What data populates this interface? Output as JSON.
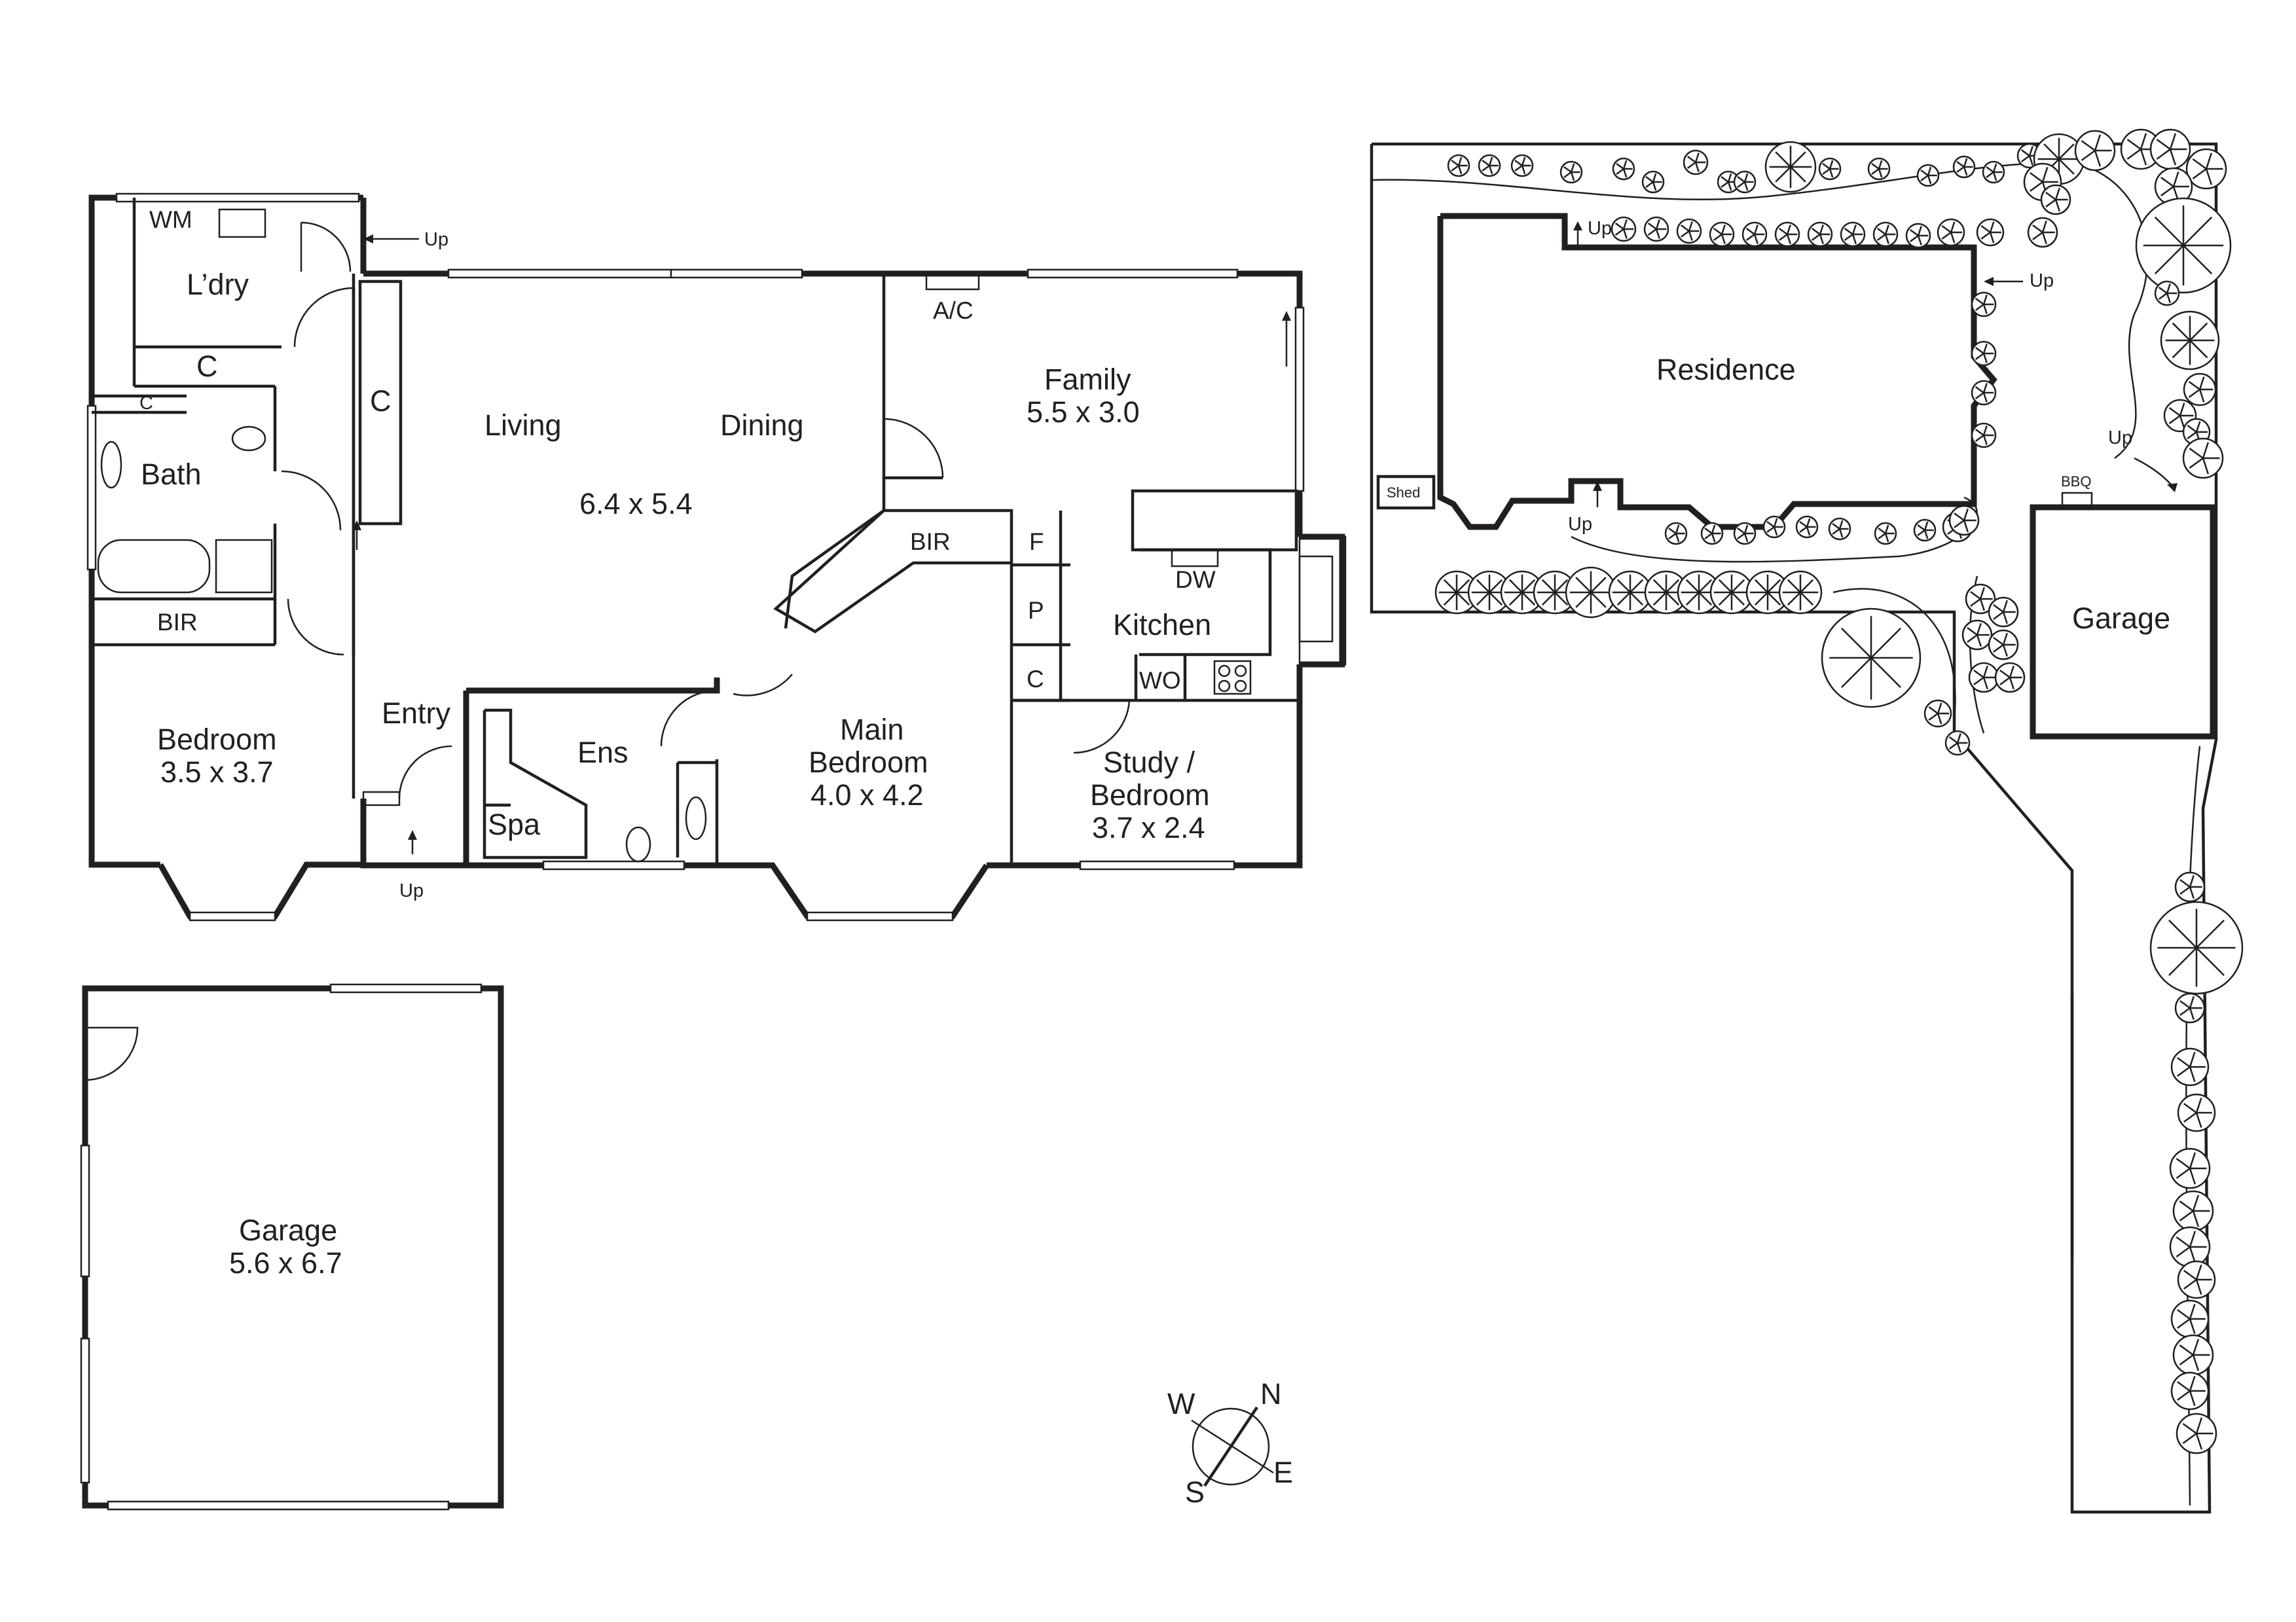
{
  "house": {
    "laundry": {
      "name": "L’dry",
      "wm": "WM",
      "cupboard": "C"
    },
    "bath": {
      "name": "Bath",
      "cupboard": "C"
    },
    "hall_cupboard": "C",
    "bir_left": "BIR",
    "bedroom": {
      "name": "Bedroom",
      "size": "3.5 x 3.7"
    },
    "entry": "Entry",
    "up_entry": "Up",
    "up_laundry": "Up",
    "living": "Living",
    "dining": "Dining",
    "living_size": "6.4 x 5.4",
    "ac": "A/C",
    "family": {
      "name": "Family",
      "size": "5.5 x 3.0"
    },
    "bir_main": "BIR",
    "fridge": "F",
    "pantry": "P",
    "kitchen_cupboard": "C",
    "dw": "DW",
    "kitchen": "Kitchen",
    "wo": "WO",
    "ens": "Ens",
    "spa": "Spa",
    "main_bedroom": {
      "line1": "Main",
      "line2": "Bedroom",
      "size": "4.0 x 4.2"
    },
    "study": {
      "line1": "Study /",
      "line2": "Bedroom",
      "size": "3.7 x 2.4"
    }
  },
  "garage": {
    "name": "Garage",
    "size": "5.6 x 6.7"
  },
  "compass": {
    "n": "N",
    "e": "E",
    "s": "S",
    "w": "W"
  },
  "site": {
    "residence": "Residence",
    "shed": "Shed",
    "garage": "Garage",
    "bbq": "BBQ",
    "up_1": "Up",
    "up_2": "Up",
    "up_3": "Up",
    "up_4": "Up"
  }
}
